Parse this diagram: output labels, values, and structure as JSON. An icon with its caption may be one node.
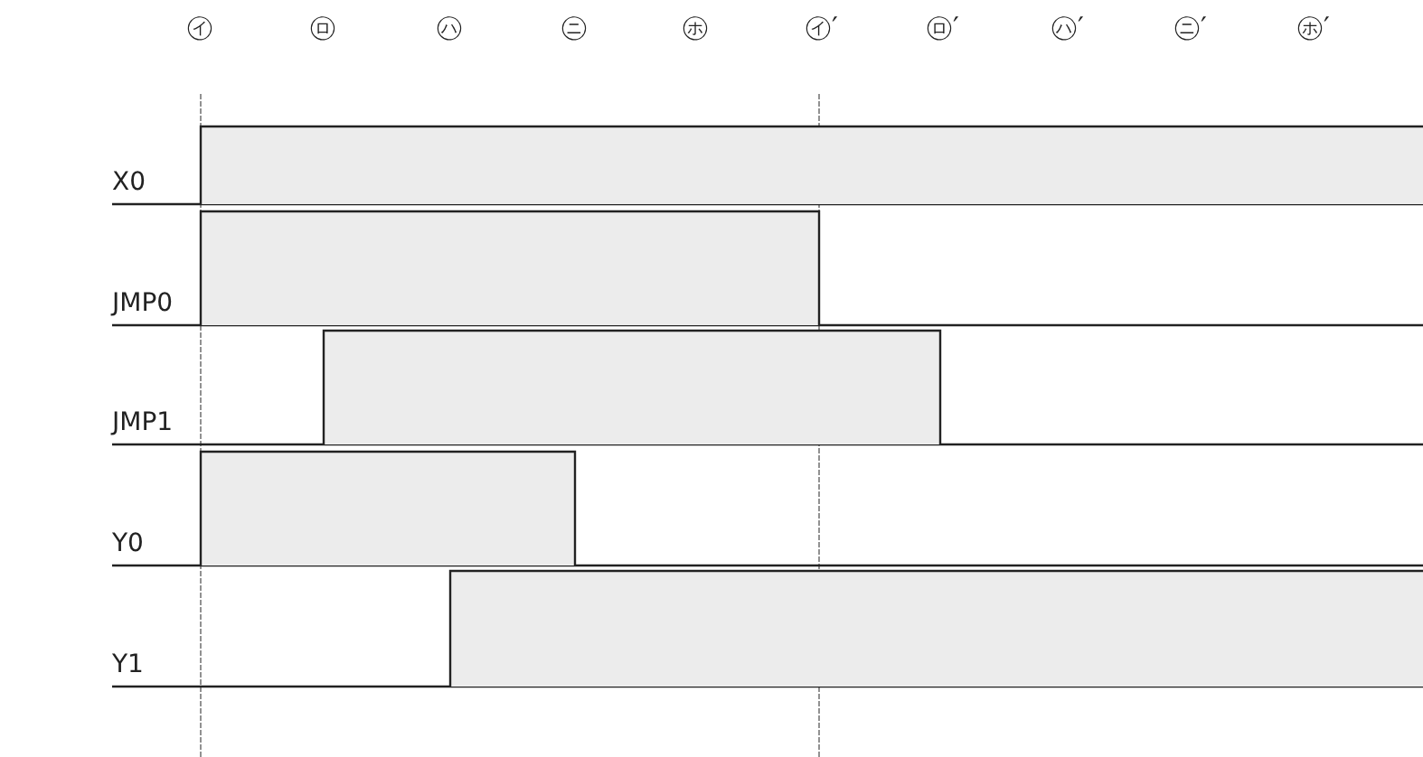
{
  "diagram": {
    "labels": [
      "㋑",
      "㋺",
      "㋩",
      "㋥",
      "㋭",
      "㋑′",
      "㋺′",
      "㋩′",
      "㋥′",
      "㋭′",
      "X0",
      "JMP0",
      "JMP1",
      "Y0",
      "Y1"
    ]
  }
}
